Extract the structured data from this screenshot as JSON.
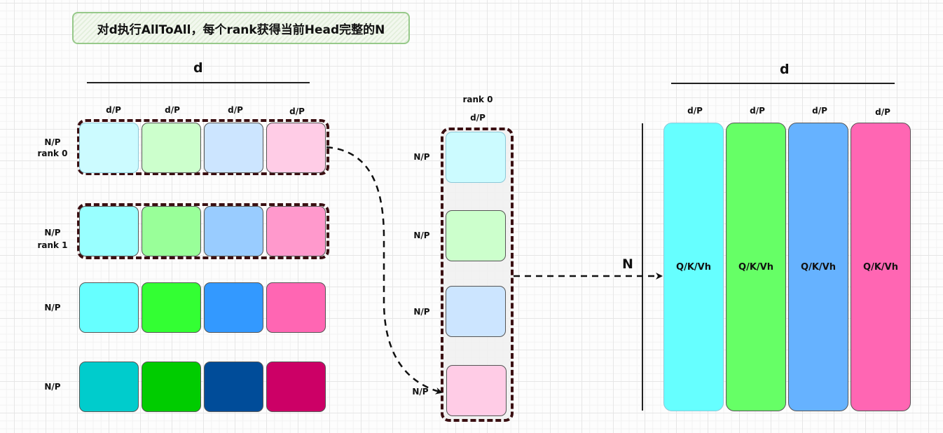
{
  "title": "对d执行AllToAll，每个rank获得当前Head完整的N",
  "left": {
    "dim_label": "d",
    "col_labels": [
      "d/P",
      "d/P",
      "d/P",
      "d/P"
    ],
    "rows": [
      {
        "label_line1": "N/P",
        "label_line2": "rank 0",
        "colors": [
          "#ccfbff",
          "#ccffcc",
          "#cce5ff",
          "#ffcce6"
        ],
        "grouped": true
      },
      {
        "label_line1": "N/P",
        "label_line2": "rank 1",
        "colors": [
          "#99ffff",
          "#99ff99",
          "#99ccff",
          "#ff99cc"
        ],
        "grouped": true
      },
      {
        "label_line1": "N/P",
        "label_line2": "",
        "colors": [
          "#66ffff",
          "#33ff33",
          "#3399ff",
          "#ff66b3"
        ],
        "grouped": false
      },
      {
        "label_line1": "N/P",
        "label_line2": "",
        "colors": [
          "#00cccc",
          "#00cc00",
          "#004c99",
          "#cc0066"
        ],
        "grouped": false
      }
    ]
  },
  "middle": {
    "rank_label": "rank 0",
    "col_label": "d/P",
    "row_labels": [
      "N/P",
      "N/P",
      "N/P",
      "N/P"
    ],
    "colors": [
      "#ccfbff",
      "#ccffcc",
      "#cce5ff",
      "#ffcce6"
    ]
  },
  "right": {
    "dim_label": "d",
    "n_label": "N",
    "col_labels": [
      "d/P",
      "d/P",
      "d/P",
      "d/P"
    ],
    "columns": [
      {
        "label": "Q/K/Vh",
        "color": "#66ffff"
      },
      {
        "label": "Q/K/Vh",
        "color": "#66ff66"
      },
      {
        "label": "Q/K/Vh",
        "color": "#66b2ff"
      },
      {
        "label": "Q/K/Vh",
        "color": "#ff66b3"
      }
    ]
  },
  "colors": {
    "dash": "#3a0f12",
    "title_border": "#97c98a"
  }
}
